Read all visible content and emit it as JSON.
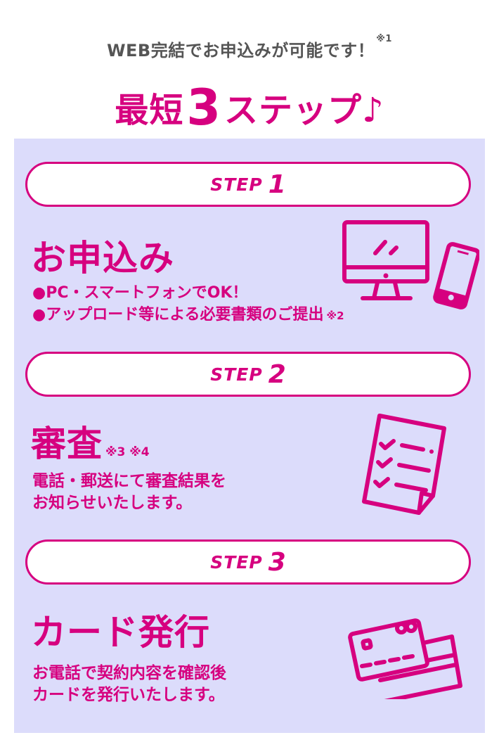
{
  "header": {
    "lead": "WEB完結でお申込みが可能です！",
    "lead_note": "※1",
    "title_prefix": "最短",
    "title_number": "3",
    "title_suffix": "ステップ♪"
  },
  "colors": {
    "accent": "#d6007f",
    "panel_bg": "#dcdcfb",
    "lead_text": "#555555"
  },
  "steps": [
    {
      "step_label": "STEP",
      "step_number": "1",
      "heading": "お申込み",
      "lines": [
        "●PC・スマートフォンでOK！",
        "●アップロード等による必要書類のご提出"
      ],
      "line_note": "※2",
      "icon": "computer-and-smartphone-icon"
    },
    {
      "step_label": "STEP",
      "step_number": "2",
      "heading": "審査",
      "heading_note": "※3  ※4",
      "lines": [
        "電話・郵送にて審査結果を",
        "お知らせいたします。"
      ],
      "icon": "checklist-document-icon"
    },
    {
      "step_label": "STEP",
      "step_number": "3",
      "heading": "カード発行",
      "lines": [
        "お電話で契約内容を確認後",
        "カードを発行いたします。"
      ],
      "icon": "credit-cards-icon"
    }
  ]
}
